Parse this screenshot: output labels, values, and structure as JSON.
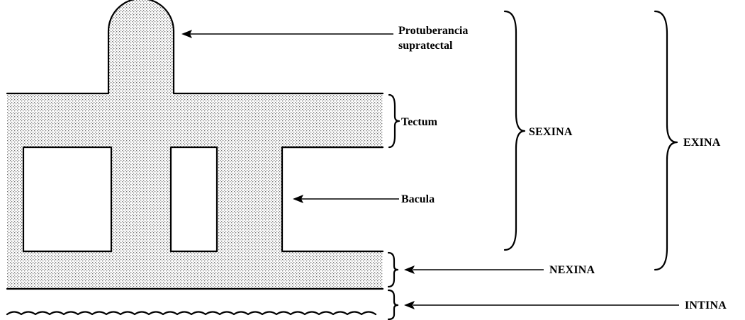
{
  "labels": {
    "protuberancia_line1": "Protuberancia",
    "protuberancia_line2": "supratectal",
    "tectum": "Tectum",
    "bacula": "Bacula",
    "sexina": "SEXINA",
    "exina": "EXINA",
    "nexina": "NEXINA",
    "intina": "INTINA"
  },
  "colors": {
    "ink": "#000000",
    "stipple": "#6e6e6e",
    "background": "#ffffff"
  }
}
